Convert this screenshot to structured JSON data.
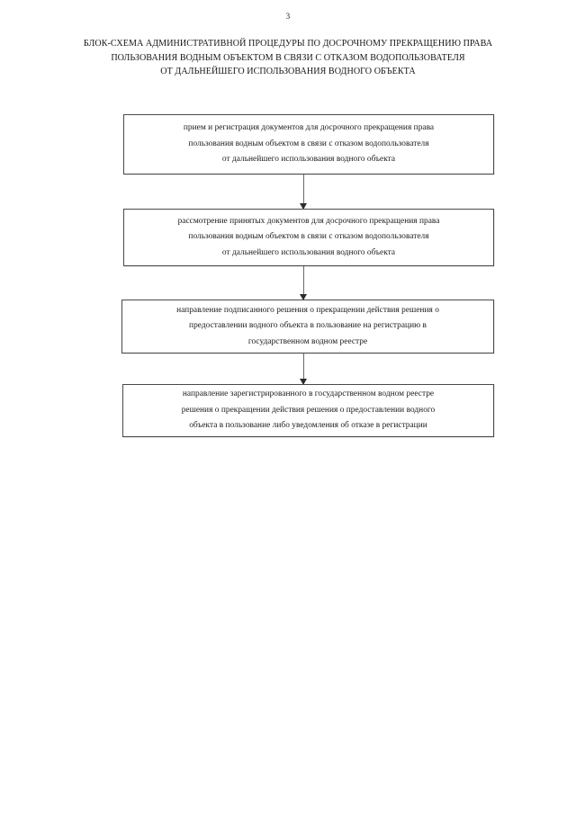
{
  "document": {
    "page_number": "3",
    "title_lines": [
      "БЛОК-СХЕМА АДМИНИСТРАТИВНОЙ ПРОЦЕДУРЫ ПО ДОСРОЧНОМУ ПРЕКРАЩЕНИЮ ПРАВА",
      "ПОЛЬЗОВАНИЯ ВОДНЫМ ОБЪЕКТОМ В СВЯЗИ С ОТКАЗОМ ВОДОПОЛЬЗОВАТЕЛЯ",
      "ОТ ДАЛЬНЕЙШЕГО ИСПОЛЬЗОВАНИЯ ВОДНОГО ОБЪЕКТА"
    ],
    "background_color": "#ffffff",
    "text_color": "#1a1a1a",
    "border_color": "#4a4a4a"
  },
  "flowchart": {
    "type": "vertical-sequence",
    "connector_count": 3,
    "nodes": [
      {
        "id": "node-1",
        "lines": [
          "прием и регистрация документов для досрочного прекращения права",
          "пользования водным объектом в связи с отказом водопользователя",
          "от дальнейшего использования водного объекта"
        ]
      },
      {
        "id": "node-2",
        "lines": [
          "рассмотрение принятых документов для досрочного прекращения права",
          "пользования водным объектом в связи с отказом водопользователя",
          "от дальнейшего использования водного объекта"
        ]
      },
      {
        "id": "node-3",
        "lines": [
          "направление подписанного решения о прекращении действия решения о",
          "предоставлении водного объекта в пользование на регистрацию в",
          "государственном водном реестре"
        ]
      },
      {
        "id": "node-4",
        "lines": [
          "направление зарегистрированного в государственном водном реестре",
          "решения о прекращении действия решения о предоставлении водного",
          "объекта в пользование либо уведомления об отказе в регистрации"
        ]
      }
    ]
  }
}
